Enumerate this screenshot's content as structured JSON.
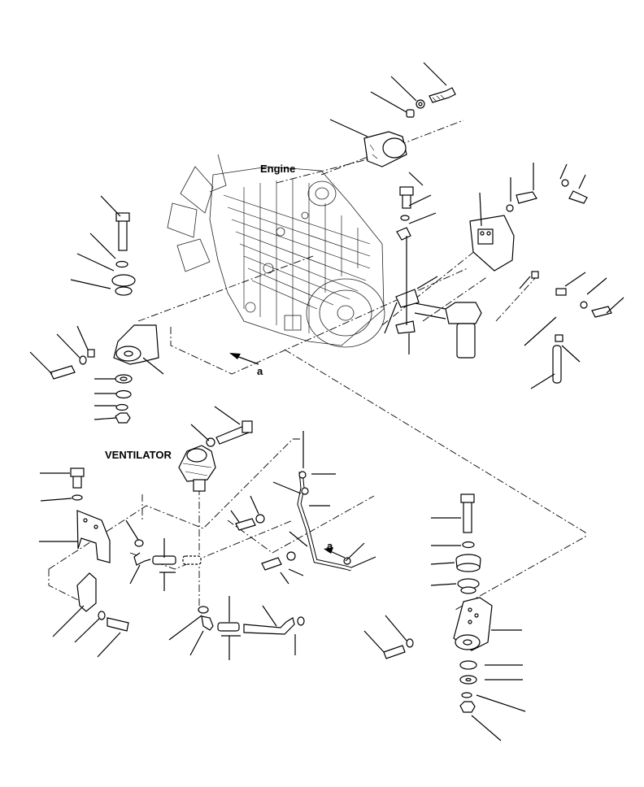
{
  "labels": {
    "engine": "Engine",
    "ventilator": "VENTILATOR",
    "view_marker_1": "a",
    "view_marker_2": "a"
  },
  "icons": [
    "engine-assembly",
    "ventilator-assembly",
    "bolt",
    "washer",
    "nut",
    "rubber-mount",
    "bracket",
    "hose",
    "clamp",
    "tube"
  ],
  "colors": {
    "ink": "#000000",
    "paper": "#ffffff"
  }
}
